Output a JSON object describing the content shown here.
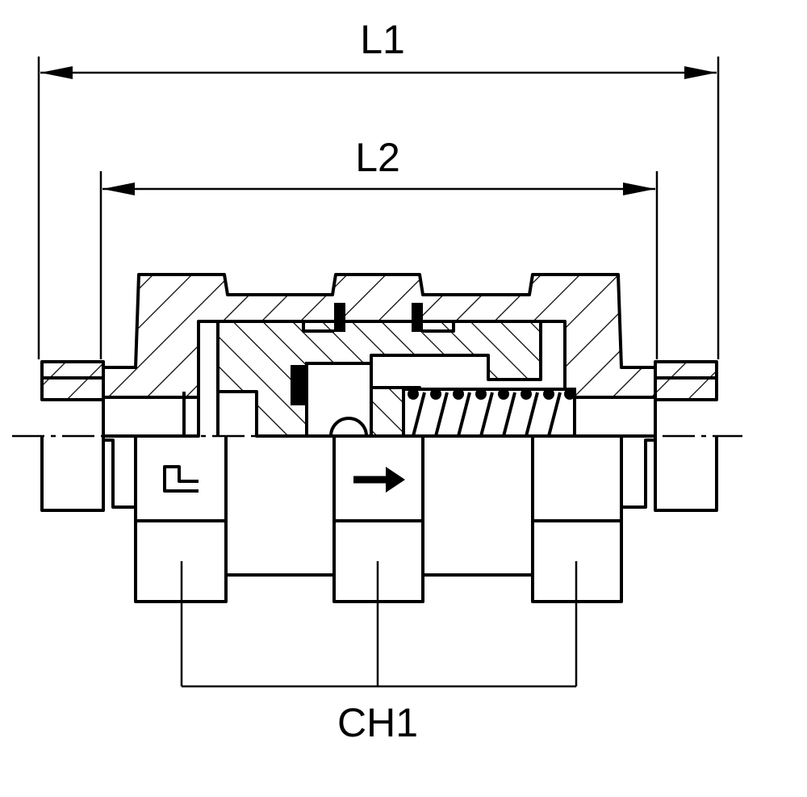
{
  "dimensions": {
    "overall_length": "L1",
    "body_length": "L2",
    "hex_size": "CH1"
  },
  "symbols": {
    "flow_direction": "arrow-right-icon",
    "manufacturer_mark": "logo-mark-icon"
  },
  "colors": {
    "line": "#000000",
    "background": "#ffffff"
  }
}
